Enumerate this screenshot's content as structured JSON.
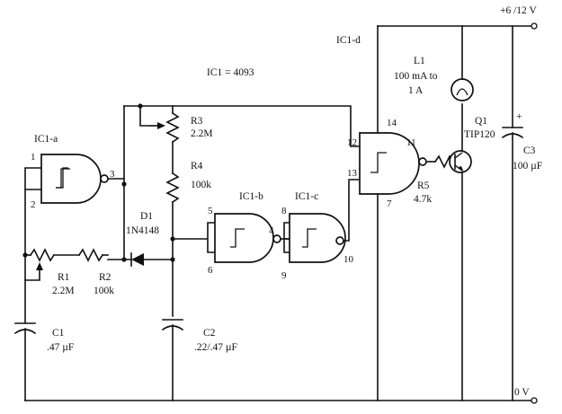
{
  "supply": {
    "pos": "+6 /12 V",
    "gnd": "0 V"
  },
  "ic_note": "IC1 = 4093",
  "gates": {
    "a": {
      "name": "IC1-a",
      "pins": [
        "1",
        "2",
        "3"
      ]
    },
    "b": {
      "name": "IC1-b",
      "pins": [
        "5",
        "6",
        "4"
      ]
    },
    "c": {
      "name": "IC1-c",
      "pins": [
        "8",
        "9",
        "10"
      ]
    },
    "d": {
      "name": "IC1-d",
      "pins": [
        "12",
        "13",
        "11",
        "14",
        "7"
      ]
    }
  },
  "components": {
    "R1": {
      "ref": "R1",
      "value": "2.2M"
    },
    "R2": {
      "ref": "R2",
      "value": "100k"
    },
    "R3": {
      "ref": "R3",
      "value": "2.2M"
    },
    "R4": {
      "ref": "R4",
      "value": "100k"
    },
    "R5": {
      "ref": "R5",
      "value": "4.7k"
    },
    "D1": {
      "ref": "D1",
      "value": "1N4148"
    },
    "C1": {
      "ref": "C1",
      "value": ".47 µF"
    },
    "C2": {
      "ref": "C2",
      "value": ".22/.47 µF"
    },
    "C3": {
      "ref": "C3",
      "value": "100 µF",
      "polarity": "+"
    },
    "L1": {
      "ref": "L1",
      "value_line1": "100 mA to",
      "value_line2": "1 A"
    },
    "Q1": {
      "ref": "Q1",
      "value": "TIP120"
    }
  }
}
